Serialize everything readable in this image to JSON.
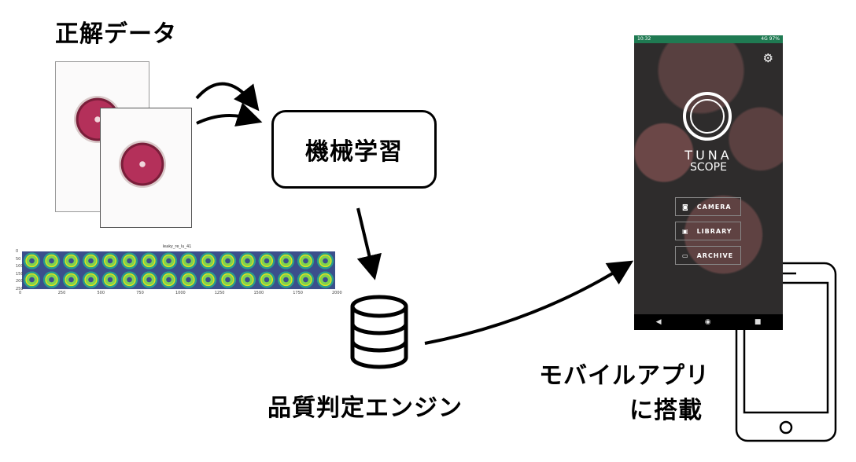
{
  "title_training_data": "正解データ",
  "ml_box_label": "機械学習",
  "engine_label": "品質判定エンジン",
  "mobile_label_line1": "モバイルアプリ",
  "mobile_label_line2": "に搭載",
  "feature_map": {
    "title": "leaky_re_lu_41",
    "x_ticks": [
      "0",
      "250",
      "500",
      "750",
      "1000",
      "1250",
      "1500",
      "1750",
      "2000"
    ],
    "y_ticks": [
      "0",
      "50",
      "100",
      "150",
      "200",
      "250"
    ]
  },
  "app": {
    "status_time": "10:32",
    "status_right": "4G 97%",
    "brand_line1": "TUNA",
    "brand_line2": "SCOPE",
    "buttons": [
      "CAMERA",
      "LIBRARY",
      "ARCHIVE"
    ]
  }
}
